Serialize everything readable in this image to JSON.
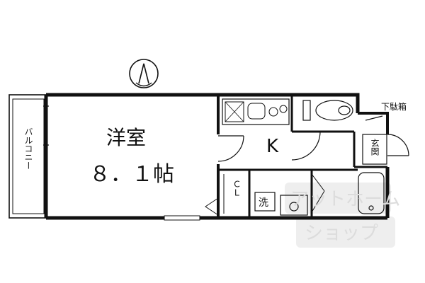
{
  "floor_plan": {
    "rooms": {
      "western_room": {
        "label": "洋室",
        "size": "８．１帖"
      },
      "kitchen": {
        "label": "K"
      },
      "closet": {
        "label": "ＣＬ"
      },
      "laundry": {
        "label": "洗"
      },
      "entrance": {
        "label": "玄関"
      },
      "balcony": {
        "label": "バルコニー"
      },
      "shoe_box": {
        "label": "下駄箱"
      }
    },
    "compass": {
      "label": "A",
      "icon": "north-arrow-icon"
    },
    "watermark": {
      "lines": [
        "アットホーム",
        "ショップ"
      ]
    },
    "colors": {
      "wall": "#111111",
      "fixture": "#555555",
      "watermark": "#e6e6e6",
      "background": "#ffffff"
    }
  }
}
